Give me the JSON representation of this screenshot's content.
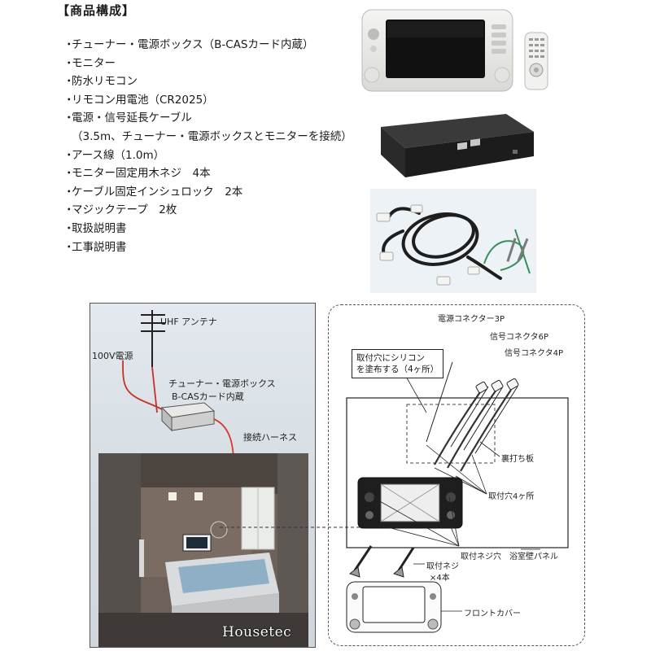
{
  "header": {
    "title": "【商品構成】"
  },
  "contents": [
    {
      "bullet": "・",
      "text": "チューナー・電源ボックス（B-CASカード内蔵）"
    },
    {
      "bullet": "・",
      "text": "モニター"
    },
    {
      "bullet": "・",
      "text": "防水リモコン"
    },
    {
      "bullet": "・",
      "text": "リモコン用電池（CR2025）"
    },
    {
      "bullet": "・",
      "text": "電源・信号延長ケーブル"
    },
    {
      "bullet": "",
      "text": "（3.5m、チューナー・電源ボックスとモニターを接続）"
    },
    {
      "bullet": "・",
      "text": "アース線（1.0m）"
    },
    {
      "bullet": "・",
      "text": "モニター固定用木ネジ　4本"
    },
    {
      "bullet": "・",
      "text": "ケーブル固定インシュロック　2本"
    },
    {
      "bullet": "・",
      "text": "マジックテープ　2枚"
    },
    {
      "bullet": "・",
      "text": "取扱説明書"
    },
    {
      "bullet": "・",
      "text": "工事説明書"
    }
  ],
  "install_diagram": {
    "antenna_label": "UHF アンテナ",
    "power_label": "100V電源",
    "box_label_1": "チューナー・電源ボックス",
    "box_label_2": "B-CASカード内蔵",
    "harness_label": "接続ハーネス",
    "brand": "Housetec"
  },
  "mount_diagram": {
    "connector_power": "電源コネクター3P",
    "connector_signal_6p": "信号コネクタ6P",
    "connector_signal_4p": "信号コネクタ4P",
    "callout_line1": "取付穴にシリコン",
    "callout_line2": "を塗布する（4ヶ所）",
    "backing_board": "裏打ち板",
    "mount_holes": "取付穴4ヶ所",
    "screw_holes": "取付ネジ穴",
    "wall_panel": "浴室壁パネル",
    "screws": "取付ネジ",
    "screws_qty": "×4本",
    "front_cover": "フロントカバー"
  },
  "colors": {
    "cable_red": "#c4312a",
    "harness_red": "#d23b2e",
    "line_dark": "#333333"
  }
}
